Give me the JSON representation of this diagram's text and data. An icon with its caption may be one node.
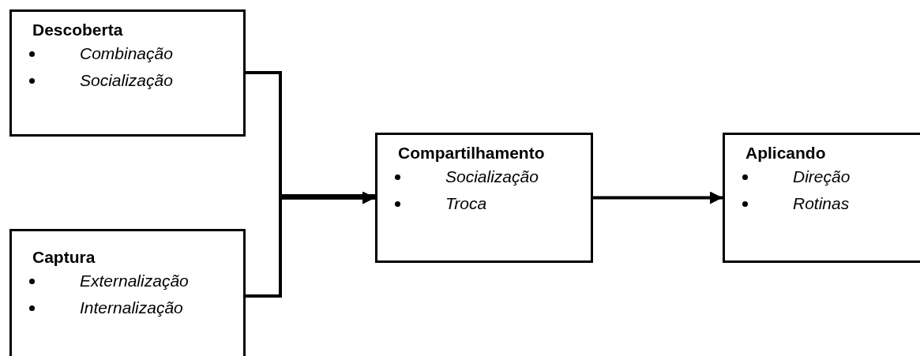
{
  "diagram": {
    "nodes": [
      {
        "text": [
          "Descoberta",
          "Combinação",
          "Socialização"
        ]
      },
      {
        "text": [
          "Captura",
          "Externalização",
          "Internalização"
        ]
      },
      {
        "text": [
          "Compartilhamento",
          "Socialização",
          "Troca"
        ]
      },
      {
        "text": [
          "Aplicando",
          "Direção",
          "Rotinas"
        ]
      }
    ],
    "edges": [
      {
        "from": 0,
        "to": 2,
        "arrow": "to"
      },
      {
        "from": 1,
        "to": 2,
        "arrow": "to"
      },
      {
        "from": 2,
        "to": 3,
        "arrow": "to"
      }
    ]
  }
}
